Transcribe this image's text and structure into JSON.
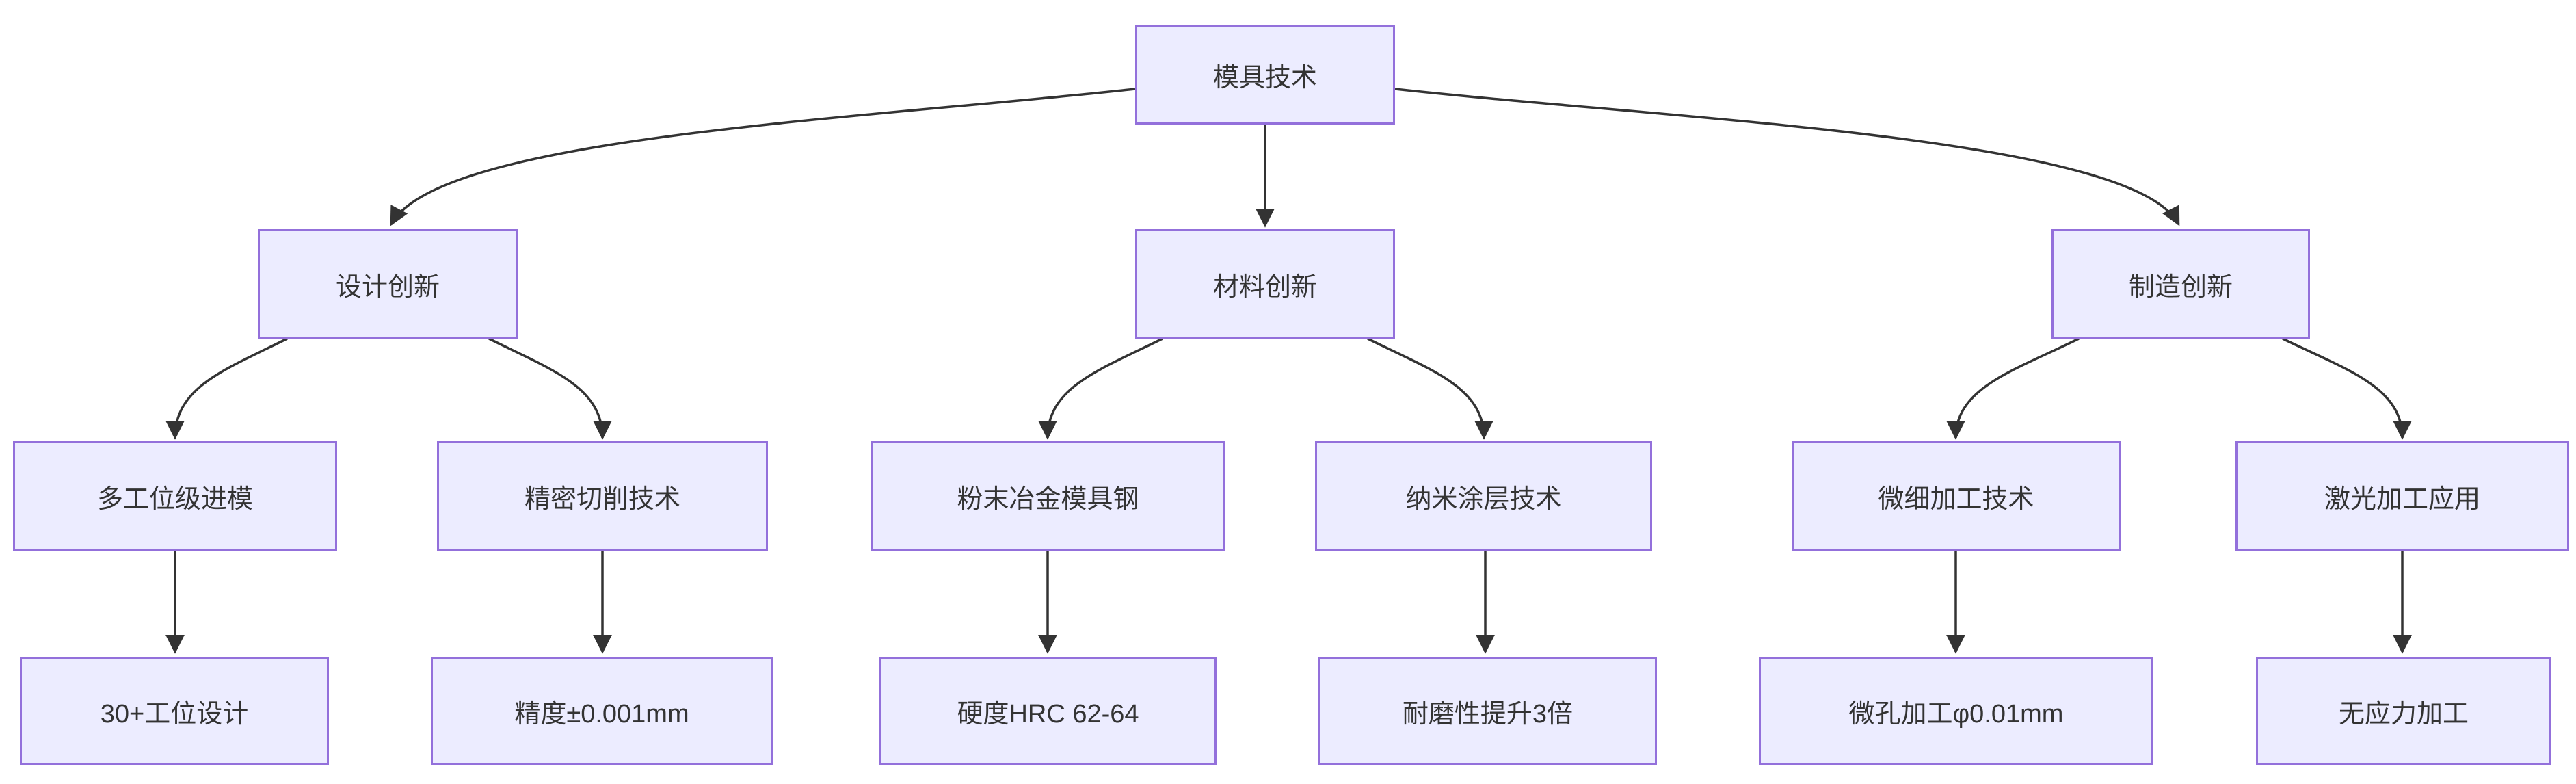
{
  "diagram": {
    "type": "flowchart",
    "direction": "top-down",
    "root": "模具技术",
    "colors": {
      "node_fill": "#ECECFF",
      "node_border": "#9370DB",
      "edge_stroke": "#333333",
      "text": "#333333",
      "background": "#FFFFFF"
    },
    "nodes": [
      {
        "id": "root",
        "level": 0,
        "label": "模具技术"
      },
      {
        "id": "design",
        "level": 1,
        "label": "设计创新"
      },
      {
        "id": "material",
        "level": 1,
        "label": "材料创新"
      },
      {
        "id": "manufacturing",
        "level": 1,
        "label": "制造创新"
      },
      {
        "id": "multi-station-die",
        "level": 2,
        "label": "多工位级进模"
      },
      {
        "id": "precision-cutting",
        "level": 2,
        "label": "精密切削技术"
      },
      {
        "id": "powder-mold-steel",
        "level": 2,
        "label": "粉末冶金模具钢"
      },
      {
        "id": "nano-coating",
        "level": 2,
        "label": "纳米涂层技术"
      },
      {
        "id": "micro-machining",
        "level": 2,
        "label": "微细加工技术"
      },
      {
        "id": "laser-machining",
        "level": 2,
        "label": "激光加工应用"
      },
      {
        "id": "station-design",
        "level": 3,
        "label": "30+工位设计"
      },
      {
        "id": "precision-spec",
        "level": 3,
        "label": "精度±0.001mm"
      },
      {
        "id": "hardness-spec",
        "level": 3,
        "label": "硬度HRC 62-64"
      },
      {
        "id": "wear-spec",
        "level": 3,
        "label": "耐磨性提升3倍"
      },
      {
        "id": "microhole-spec",
        "level": 3,
        "label": "微孔加工φ0.01mm"
      },
      {
        "id": "stressfree-spec",
        "level": 3,
        "label": "无应力加工"
      }
    ],
    "edges": [
      {
        "from": "模具技术",
        "to": "设计创新"
      },
      {
        "from": "模具技术",
        "to": "材料创新"
      },
      {
        "from": "模具技术",
        "to": "制造创新"
      },
      {
        "from": "设计创新",
        "to": "多工位级进模"
      },
      {
        "from": "设计创新",
        "to": "精密切削技术"
      },
      {
        "from": "材料创新",
        "to": "粉末冶金模具钢"
      },
      {
        "from": "材料创新",
        "to": "纳米涂层技术"
      },
      {
        "from": "制造创新",
        "to": "微细加工技术"
      },
      {
        "from": "制造创新",
        "to": "激光加工应用"
      },
      {
        "from": "多工位级进模",
        "to": "30+工位设计"
      },
      {
        "from": "精密切削技术",
        "to": "精度±0.001mm"
      },
      {
        "from": "粉末冶金模具钢",
        "to": "硬度HRC 62-64"
      },
      {
        "from": "纳米涂层技术",
        "to": "耐磨性提升3倍"
      },
      {
        "from": "微细加工技术",
        "to": "微孔加工φ0.01mm"
      },
      {
        "from": "激光加工应用",
        "to": "无应力加工"
      }
    ]
  }
}
